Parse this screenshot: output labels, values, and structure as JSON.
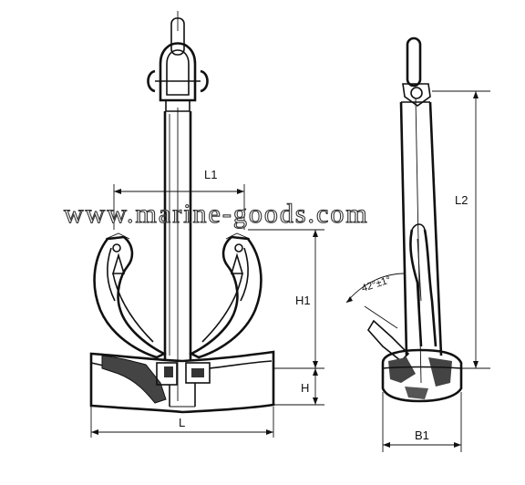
{
  "watermark": "www.marine-goods.com",
  "dimensions": {
    "L": "L",
    "L1": "L1",
    "L2": "L2",
    "H": "H",
    "H1": "H1",
    "B1": "B1"
  },
  "angle": "42°±1°"
}
